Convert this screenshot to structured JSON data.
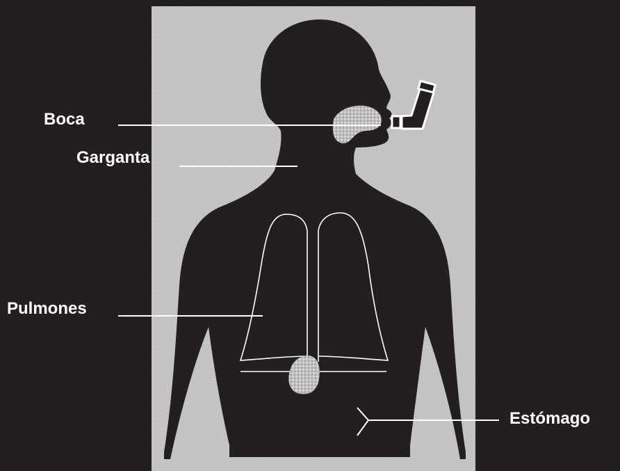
{
  "labels": {
    "mouth": "Boca",
    "throat": "Garganta",
    "lungs": "Pulmones",
    "stomach": "Estómago"
  },
  "colors": {
    "background": "#231f20",
    "panel": "#c8c8c8",
    "silhouette": "#231f20",
    "outline": "#ffffff",
    "particles": "#bdbdbd"
  },
  "icons": {
    "device": "inhaler-icon",
    "particles": "medicine-particles-icon"
  }
}
